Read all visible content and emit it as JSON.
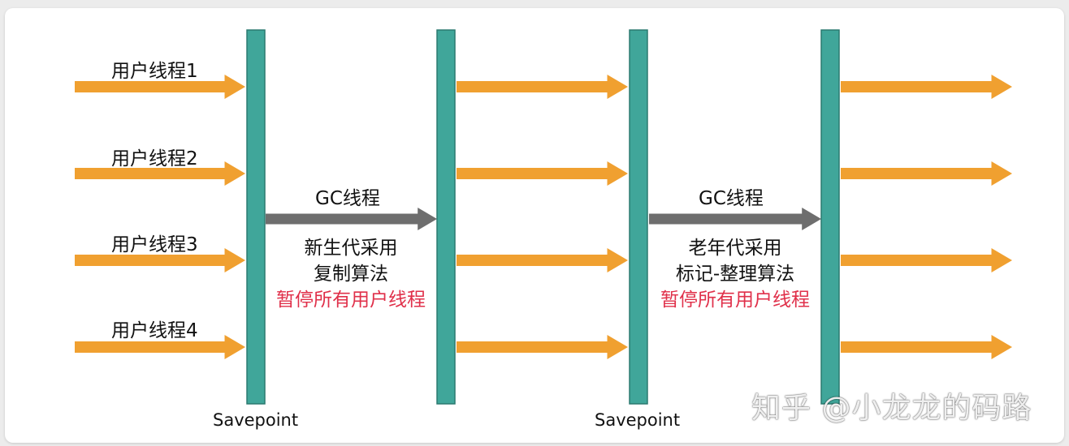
{
  "threads": [
    "用户线程1",
    "用户线程2",
    "用户线程3",
    "用户线程4"
  ],
  "phases": [
    {
      "gc_label": "GC线程",
      "desc_line1": "新生代采用",
      "desc_line2": "复制算法",
      "pause_text": "暂停所有用户线程"
    },
    {
      "gc_label": "GC线程",
      "desc_line1": "老年代采用",
      "desc_line2": "标记-整理算法",
      "pause_text": "暂停所有用户线程"
    }
  ],
  "savepoint_labels": [
    "Savepoint",
    "Savepoint"
  ],
  "watermark": "知乎 @小龙龙的码路",
  "colors": {
    "thread_arrow": "#f0a030",
    "gc_arrow": "#6e6e6e",
    "bar_fill": "#40a69a",
    "bar_stroke": "#2b7a70",
    "pause_text": "#e0304a"
  }
}
